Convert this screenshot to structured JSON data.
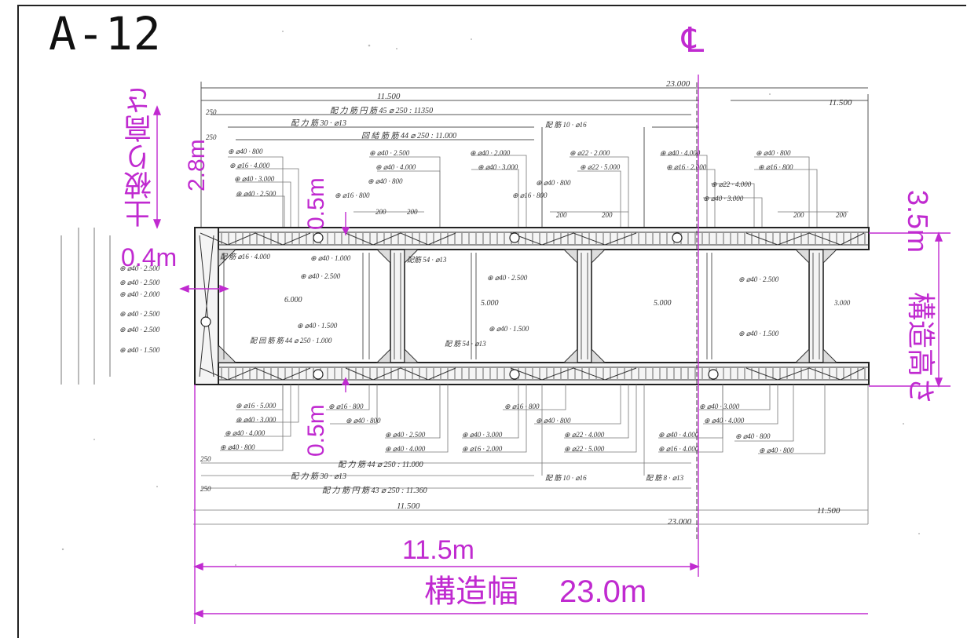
{
  "sheet": {
    "title": "A-12",
    "centerline_mark": "℄"
  },
  "dimensions": {
    "cover_height_label": "土被り高さ",
    "cover_height_value": "2.8m",
    "top_slab_thickness": "0.5m",
    "bottom_slab_thickness": "0.5m",
    "wall_thickness": "0.4m",
    "structure_height_label": "構造高さ",
    "structure_height_value": "3.5m",
    "half_width": "11.5m",
    "structure_width_label": "構造幅",
    "structure_width_value": "23.0m"
  },
  "drawing_notes": {
    "top_overall_half": "11.500",
    "top_overall_full": "23.000",
    "top_overall_right": "11.500",
    "bottom_overall_half": "11.500",
    "bottom_overall_full": "23.000",
    "bottom_overall_right": "11.500",
    "top_bar_1": "配 力 筋 円 筋 45 ⌀ 250 : 11350",
    "top_bar_2": "配 力 筋 30 · ⌀13",
    "top_bar_3": "回 結 筋 筋 44 ⌀ 250 : 11.000",
    "bottom_bar_1": "配 力 筋 44 ⌀ 250 : 11.000",
    "bottom_bar_2": "配 力 筋 30 · ⌀13",
    "bottom_bar_3": "配 力 筋 円 筋 43 ⌀ 250 : 11.360",
    "haunch_note_top": "配 筋 10 · ⌀16",
    "haunch_note_bottom": "配 筋 10 · ⌀16",
    "inner_dim_1": "6.000",
    "inner_dim_2": "5.000",
    "inner_dim_3": "5.000",
    "rebar_tags": [
      "⊕ ⌀40 · 800",
      "⊕ ⌀16 · 4.000",
      "⊕ ⌀40 · 3.000",
      "⊕ ⌀40 · 2.500",
      "⊕ ⌀40 · 1.500",
      "⊕ ⌀22 · 5.000",
      "⊕ ⌀40 · 2.000"
    ]
  }
}
